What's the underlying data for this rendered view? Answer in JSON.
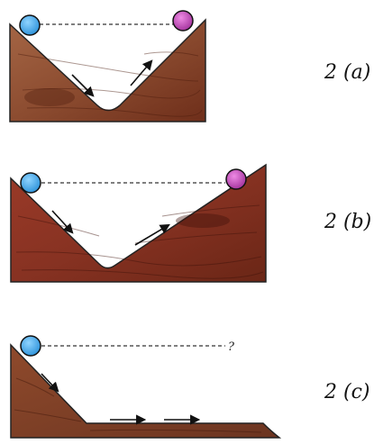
{
  "panels": [
    {
      "caption": "2 (a)"
    },
    {
      "caption": "2 (b)"
    },
    {
      "caption": "2 (c)",
      "unknown_height_mark": "?"
    }
  ],
  "colors": {
    "wood_light": "#9a5a3a",
    "wood_dark": "#5e2515",
    "wood_red": "#8a3020",
    "ball_start": "#3aa6e8",
    "ball_end": "#c04ab8",
    "dashed_line": "#333333",
    "arrow": "#111111"
  }
}
